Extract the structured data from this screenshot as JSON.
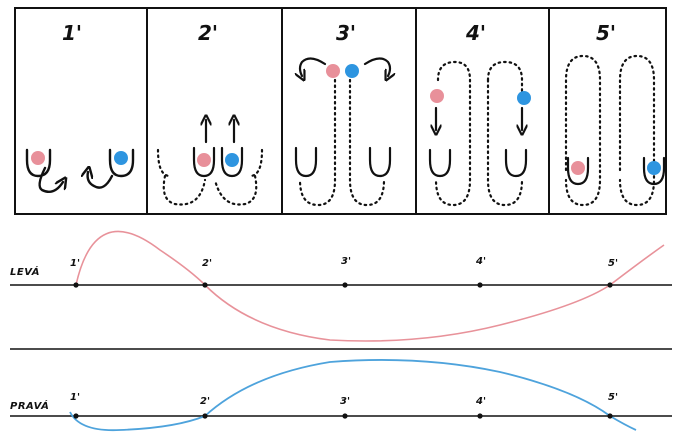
{
  "panels": [
    {
      "label": "1'"
    },
    {
      "label": "2'"
    },
    {
      "label": "3'"
    },
    {
      "label": "4'"
    },
    {
      "label": "5'"
    }
  ],
  "timeline": {
    "left": {
      "label": "LEVÁ",
      "color": "#e8929a"
    },
    "right": {
      "label": "PRAVÁ",
      "color": "#4ea3dc"
    },
    "ticks": [
      "1'",
      "2'",
      "3'",
      "4'",
      "5'"
    ]
  },
  "colors": {
    "left_ball": "#e8909a",
    "right_ball": "#2e95e0",
    "ink": "#111111"
  }
}
